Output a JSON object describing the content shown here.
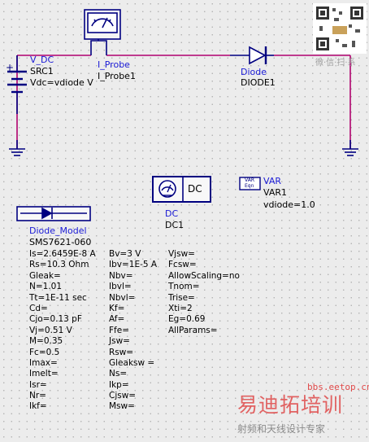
{
  "colors": {
    "wire": "#b0006e",
    "component": "#000080",
    "label_blue": "#1a1ad6",
    "watermark_red": "#e04a4a"
  },
  "components": {
    "vdc": {
      "type": "V_DC",
      "name": "SRC1",
      "param": "Vdc=vdiode V"
    },
    "probe": {
      "type": "I_Probe",
      "name": "I_Probe1",
      "icon": "ammeter-icon"
    },
    "diode": {
      "type": "Diode",
      "name": "DIODE1"
    },
    "dc_sim": {
      "icon_label": "DC",
      "type": "DC",
      "name": "DC1"
    },
    "var": {
      "icon_text_1": "VAR",
      "icon_text_2": "Eqn",
      "type": "VAR",
      "name": "VAR1",
      "value": "vdiode=1.0"
    },
    "diode_model": {
      "type": "Diode_Model",
      "name": "SMS7621-060",
      "col1": [
        "Is=2.6459E-8 A",
        "Rs=10.3 Ohm",
        "Gleak=",
        "N=1.01",
        "Tt=1E-11 sec",
        "Cd=",
        "Cjo=0.13 pF",
        "Vj=0.51 V",
        "M=0.35",
        "Fc=0.5",
        "Imax=",
        "Imelt=",
        "Isr=",
        "Nr=",
        "Ikf="
      ],
      "col2": [
        "Bv=3 V",
        "Ibv=1E-5 A",
        "Nbv=",
        "Ibvl=",
        "Nbvl=",
        "Kf=",
        "Af=",
        "Ffe=",
        "Jsw=",
        "Rsw=",
        "Gleaksw =",
        "Ns=",
        "Ikp=",
        "Cjsw=",
        "Msw="
      ],
      "col3": [
        "Vjsw=",
        "Fcsw=",
        "AllowScaling=no",
        "Tnom=",
        "Trise=",
        "Xti=2",
        "Eg=0.69",
        "AllParams="
      ]
    }
  },
  "watermark": {
    "wechat_text": "微·信·扫·系",
    "url": "bbs.eetop.cn",
    "big_text": "易迪拓培训",
    "sub_text": "射频和天线设计专家"
  }
}
